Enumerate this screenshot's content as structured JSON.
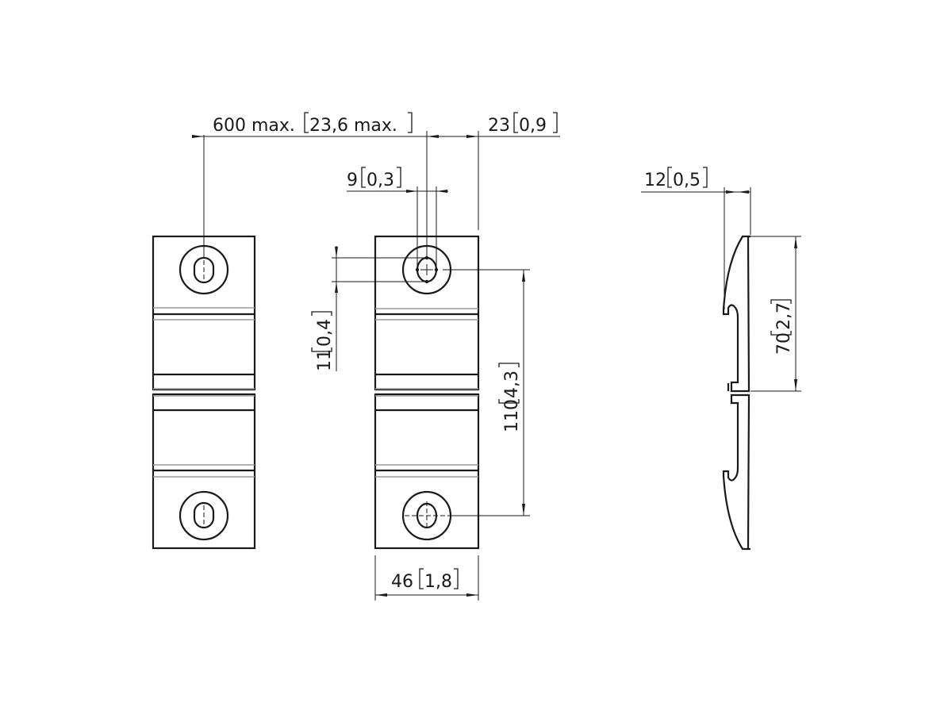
{
  "drawing": {
    "type": "technical-dimension-drawing",
    "units_primary": "mm",
    "units_secondary": "in",
    "views": [
      {
        "name": "front-view-assembly",
        "description": "two stacked plates with keyhole slots"
      },
      {
        "name": "front-view-dimensioned",
        "description": "same plate with hole dimensions"
      },
      {
        "name": "side-profile",
        "description": "hook profile side view"
      }
    ]
  },
  "dimensions": {
    "max_spacing": {
      "value": "600 max.",
      "alt": "23,6 max."
    },
    "offset": {
      "value": "23",
      "alt": "0,9"
    },
    "slot_width": {
      "value": "9",
      "alt": "0,3"
    },
    "slot_height": {
      "value": "11",
      "alt": "0,4"
    },
    "hole_spacing": {
      "value": "110",
      "alt": "4,3"
    },
    "plate_width": {
      "value": "46",
      "alt": "1,8"
    },
    "thickness": {
      "value": "12",
      "alt": "0,5"
    },
    "hook_height": {
      "value": "70",
      "alt": "2,7"
    }
  }
}
